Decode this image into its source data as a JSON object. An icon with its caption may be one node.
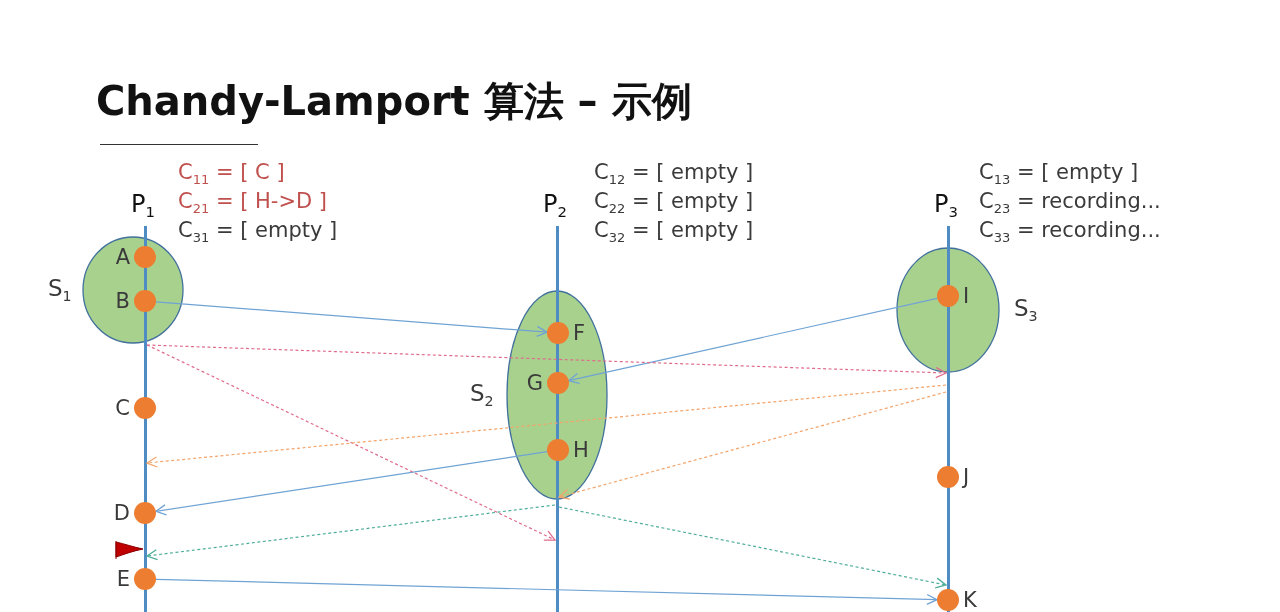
{
  "diagram": {
    "title": "Chandy-Lamport 算法 – 示例",
    "nodes": [
      {
        "text": [],
        "shape": "bar",
        "beside": [
          "P$_{1}$"
        ]
      },
      {
        "text": [],
        "shape": "bar",
        "beside": [
          "P$_{2}$"
        ]
      },
      {
        "text": [],
        "shape": "bar",
        "beside": [
          "P$_{3}$"
        ]
      },
      {
        "text": [
          "S$_{1}$"
        ]
      },
      {
        "text": [
          "A"
        ],
        "in": 3
      },
      {
        "text": [
          "B"
        ],
        "in": 3
      },
      {
        "text": [
          "S$_{2}$"
        ]
      },
      {
        "text": [
          "F"
        ],
        "in": 6
      },
      {
        "text": [
          "G"
        ],
        "in": 6
      },
      {
        "text": [
          "H"
        ],
        "in": 6
      },
      {
        "text": [
          "S$_{3}$"
        ]
      },
      {
        "text": [
          "I"
        ],
        "in": 10
      },
      {
        "text": [
          "C"
        ]
      },
      {
        "text": [
          "D"
        ]
      },
      {
        "text": [
          "E"
        ]
      },
      {
        "text": [
          "J"
        ]
      },
      {
        "text": [
          "K"
        ]
      }
    ],
    "edges": [
      {
        "from": 5,
        "to": 7,
        "arrow": "to"
      },
      {
        "from": 11,
        "to": 8,
        "arrow": "to"
      },
      {
        "from": 9,
        "to": 13,
        "arrow": "to"
      },
      {
        "from": 14,
        "to": 16,
        "arrow": "to"
      },
      {
        "from": 0,
        "to": 2,
        "arrow": "to",
        "style": "dashed",
        "color": "#e06c8c"
      },
      {
        "from": 0,
        "to": 1,
        "arrow": "to",
        "style": "dashed",
        "color": "#e06c8c"
      },
      {
        "from": 2,
        "to": 0,
        "arrow": "to",
        "style": "dashed",
        "color": "#f4a46a"
      },
      {
        "from": 2,
        "to": 1,
        "arrow": "to",
        "style": "dashed",
        "color": "#f4a46a"
      },
      {
        "from": 1,
        "to": 0,
        "arrow": "to",
        "style": "dashed",
        "color": "#4fae9b"
      },
      {
        "from": 1,
        "to": 2,
        "arrow": "to",
        "style": "dashed",
        "color": "#4fae9b"
      }
    ],
    "labels": [
      "C$_{11}$ = [ C ]",
      "C$_{21}$ = [ H->D ]",
      "C$_{31}$ = [ empty ]",
      "C$_{12}$ = [ empty ]",
      "C$_{22}$ = [ empty ]",
      "C$_{32}$ = [ empty ]",
      "C$_{13}$ = [ empty ]",
      "C$_{23}$ = recording...",
      "C$_{33}$ = recording..."
    ]
  }
}
